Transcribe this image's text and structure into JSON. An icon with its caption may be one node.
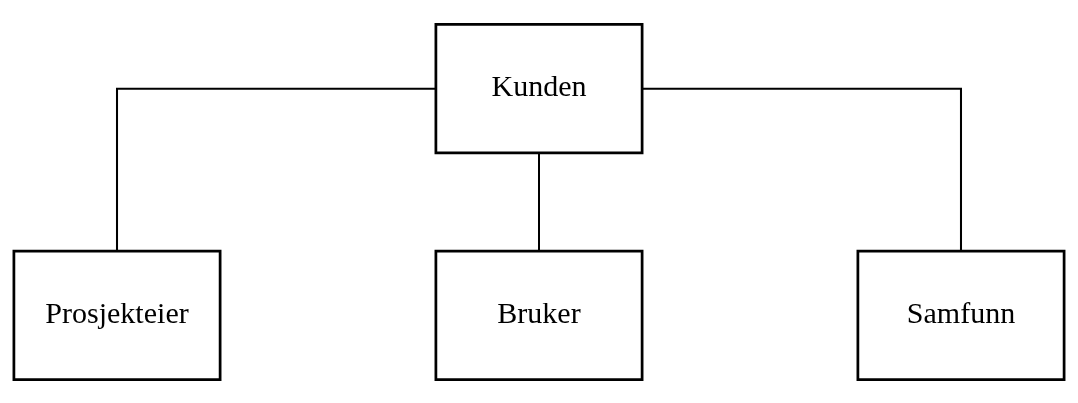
{
  "diagram": {
    "nodes": [
      {
        "text": [
          "Kunden"
        ]
      },
      {
        "text": [
          "Prosjekteier"
        ]
      },
      {
        "text": [
          "Bruker"
        ]
      },
      {
        "text": [
          "Samfunn"
        ]
      }
    ],
    "edges": [
      {
        "from": 0,
        "to": 1,
        "arrow": "none"
      },
      {
        "from": 0,
        "to": 2,
        "arrow": "none"
      },
      {
        "from": 0,
        "to": 3,
        "arrow": "none"
      }
    ]
  }
}
